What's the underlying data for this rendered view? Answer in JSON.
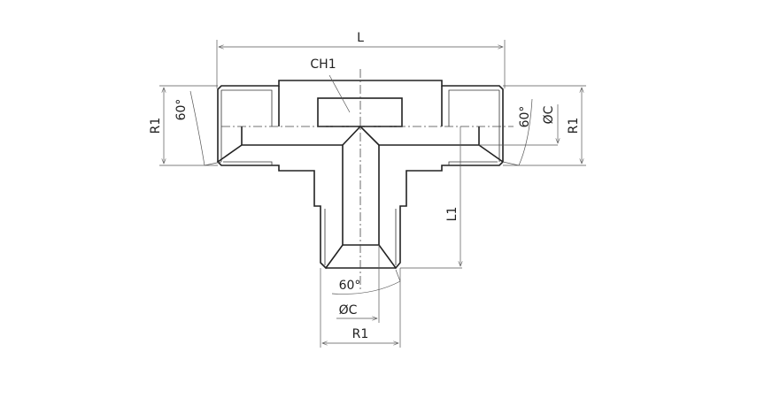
{
  "drawing": {
    "title": "Male tee fitting section drawing",
    "labels": {
      "length": "L",
      "hex": "CH1",
      "thread_left": "R1",
      "angle_left": "60°",
      "angle_right": "60°",
      "bore_right": "ØC",
      "thread_right": "R1",
      "branch_length": "L1",
      "angle_bottom": "60°",
      "bore_bottom": "ØC",
      "thread_bottom": "R1"
    }
  }
}
